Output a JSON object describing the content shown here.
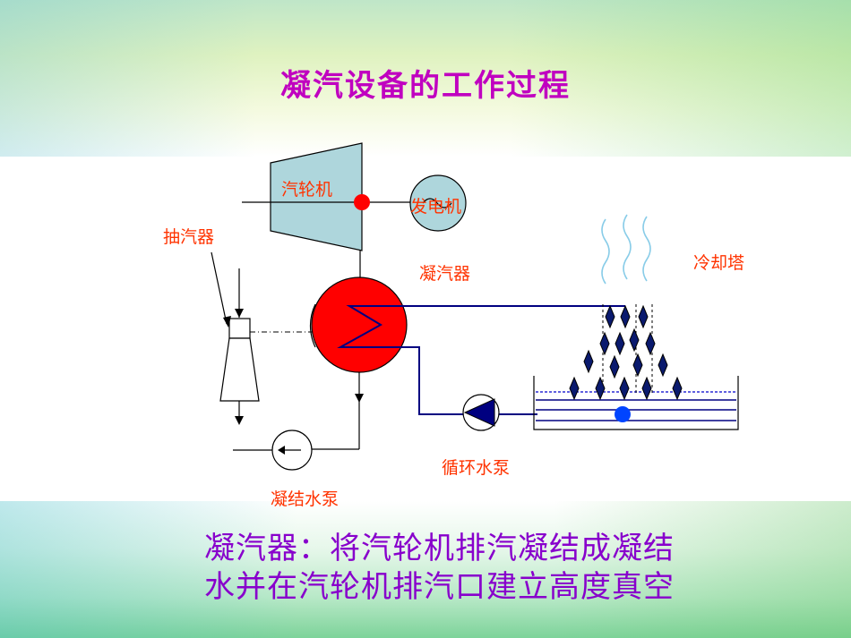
{
  "slide": {
    "title": "凝汽设备的工作过程",
    "colors": {
      "title": "#c000c0",
      "label": "#ff3300",
      "caption": "#8800cc",
      "condenser_fill": "#ff0000",
      "water_line": "#000080",
      "line": "#000000",
      "cooling_water": "#0000cc"
    }
  },
  "labels": {
    "turbine": "汽轮机",
    "generator": "发电机",
    "ejector": "抽汽器",
    "condenser": "凝汽器",
    "cooling_tower": "冷却塔",
    "circulating_pump": "循环水泵",
    "condensate_pump": "凝结水泵"
  },
  "caption": {
    "line1": "凝汽器：将汽轮机排汽凝结成凝结",
    "line2": "水并在汽轮机排汽口建立高度真空"
  }
}
